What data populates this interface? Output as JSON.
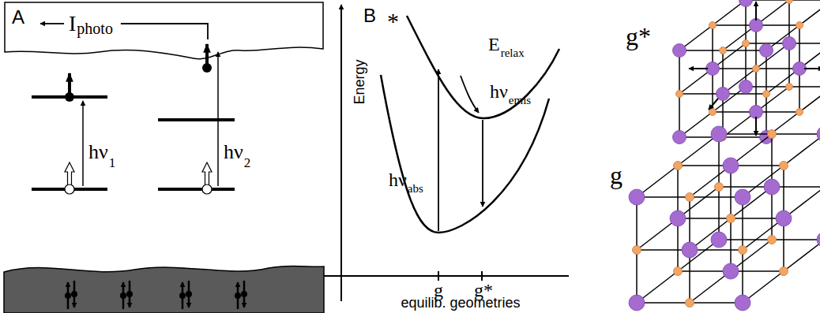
{
  "diagram": {
    "nodes": [
      {
        "text": [
          "A",
          "I",
          "photo"
        ]
      }
    ],
    "labels": [
      "hν",
      "1",
      "hν",
      "2",
      "*",
      "E",
      "relax",
      "hν",
      "emis",
      "hν",
      "abs",
      "Energy",
      "B",
      "g",
      "g*",
      "equilib. geometries",
      "g*",
      "g"
    ]
  }
}
